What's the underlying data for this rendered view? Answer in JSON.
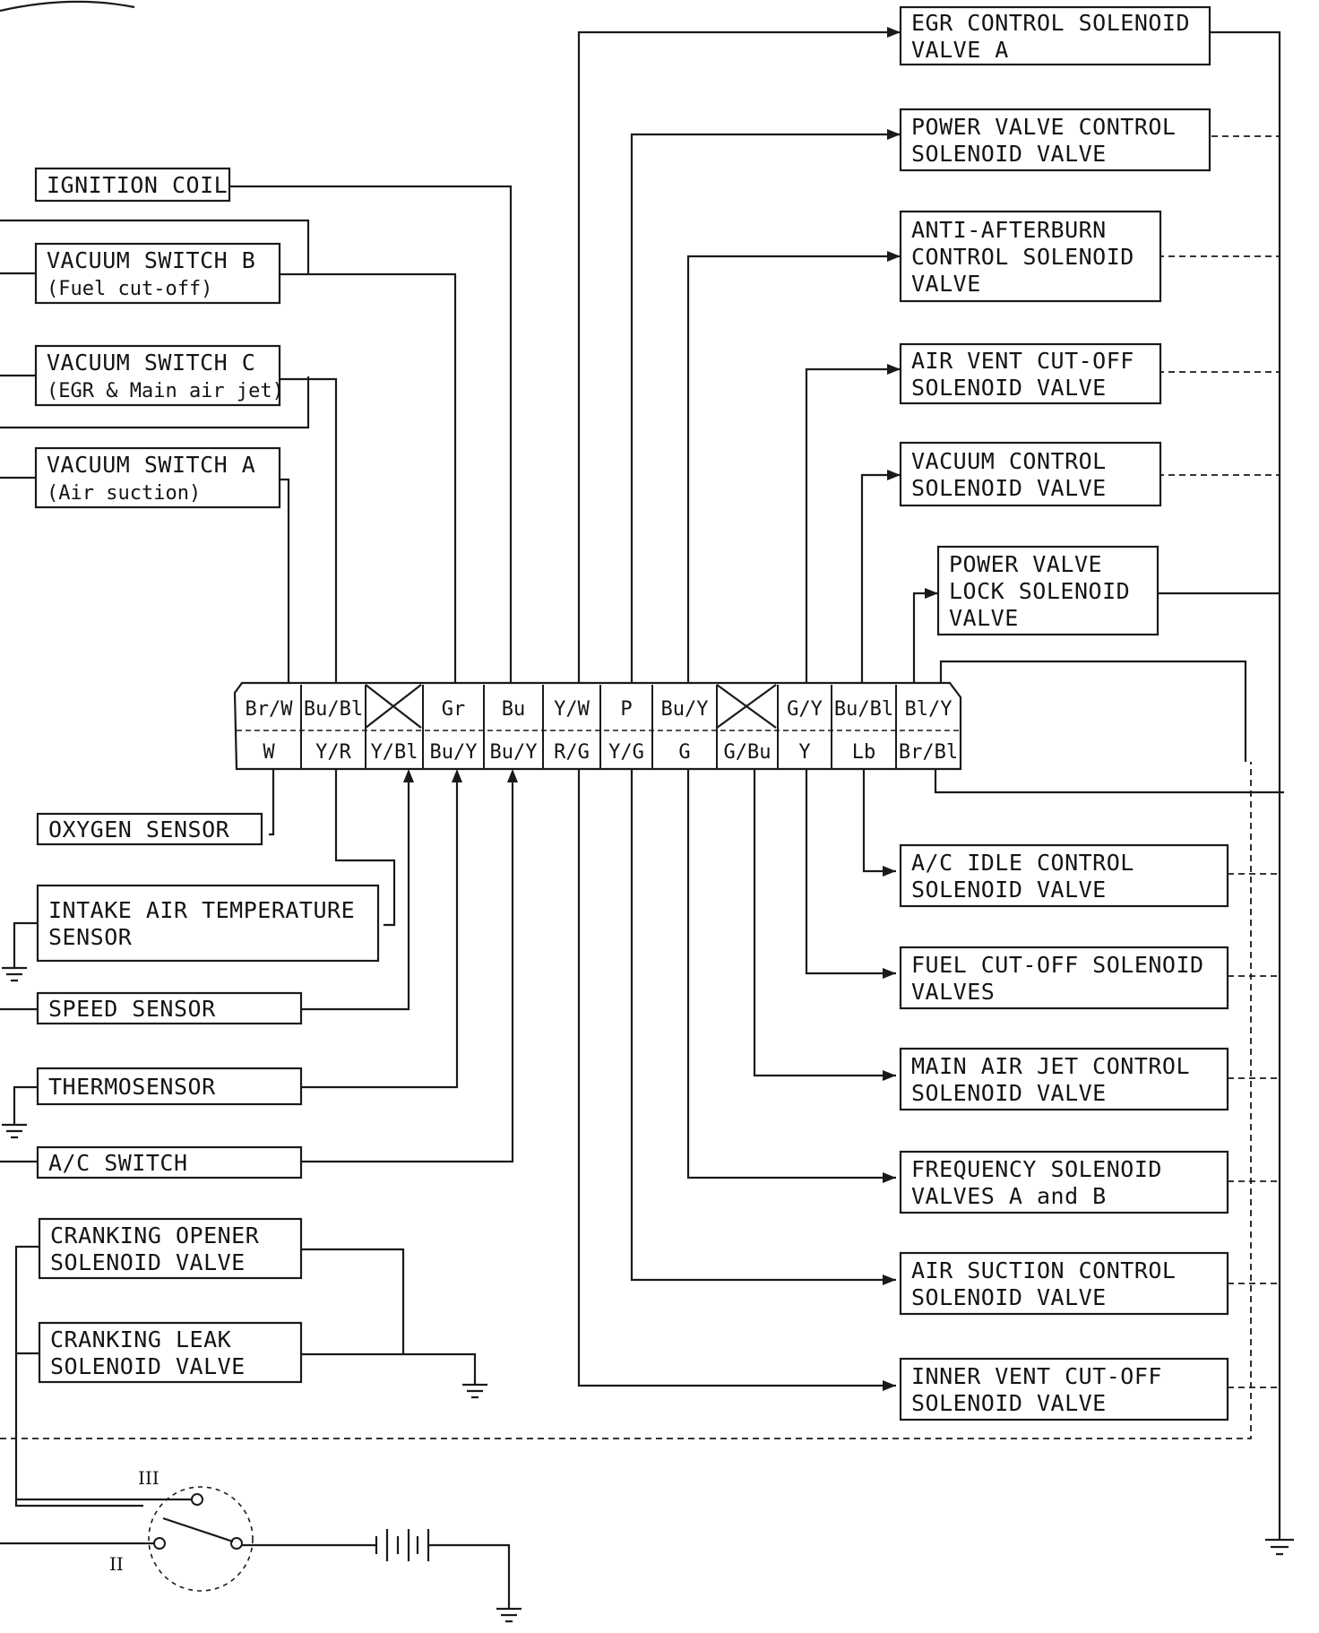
{
  "left_components": [
    {
      "id": "ignition-coil",
      "lines": [
        "IGNITION COIL"
      ]
    },
    {
      "id": "vacuum-switch-b",
      "lines": [
        "VACUUM SWITCH B",
        "(Fuel cut-off)"
      ]
    },
    {
      "id": "vacuum-switch-c",
      "lines": [
        "VACUUM SWITCH C",
        "(EGR & Main air jet)"
      ]
    },
    {
      "id": "vacuum-switch-a",
      "lines": [
        "VACUUM SWITCH A",
        "(Air suction)"
      ]
    },
    {
      "id": "oxygen-sensor",
      "lines": [
        "OXYGEN SENSOR"
      ]
    },
    {
      "id": "intake-air-temperature-sensor",
      "lines": [
        "INTAKE AIR TEMPERATURE",
        "SENSOR"
      ]
    },
    {
      "id": "speed-sensor",
      "lines": [
        "SPEED SENSOR"
      ]
    },
    {
      "id": "thermosensor",
      "lines": [
        "THERMOSENSOR"
      ]
    },
    {
      "id": "ac-switch",
      "lines": [
        "A/C SWITCH"
      ]
    },
    {
      "id": "cranking-opener-solenoid-valve",
      "lines": [
        "CRANKING OPENER",
        "SOLENOID VALVE"
      ]
    },
    {
      "id": "cranking-leak-solenoid-valve",
      "lines": [
        "CRANKING LEAK",
        "SOLENOID VALVE"
      ]
    }
  ],
  "right_components": [
    {
      "id": "egr-control-solenoid-valve-a",
      "lines": [
        "EGR CONTROL SOLENOID",
        "VALVE A"
      ]
    },
    {
      "id": "power-valve-control-solenoid-valve",
      "lines": [
        "POWER VALVE CONTROL",
        "SOLENOID VALVE"
      ]
    },
    {
      "id": "anti-afterburn-control-solenoid-valve",
      "lines": [
        "ANTI-AFTERBURN",
        "CONTROL SOLENOID",
        "VALVE"
      ]
    },
    {
      "id": "air-vent-cut-off-solenoid-valve",
      "lines": [
        "AIR VENT CUT-OFF",
        "SOLENOID VALVE"
      ]
    },
    {
      "id": "vacuum-control-solenoid-valve",
      "lines": [
        "VACUUM CONTROL",
        "SOLENOID VALVE"
      ]
    },
    {
      "id": "power-valve-lock-solenoid-valve",
      "lines": [
        "POWER VALVE",
        "LOCK SOLENOID",
        "VALVE"
      ]
    },
    {
      "id": "ac-idle-control-solenoid-valve",
      "lines": [
        "A/C IDLE CONTROL",
        "SOLENOID VALVE"
      ]
    },
    {
      "id": "fuel-cut-off-solenoid-valves",
      "lines": [
        "FUEL CUT-OFF SOLENOID",
        "VALVES"
      ]
    },
    {
      "id": "main-air-jet-control-solenoid-valve",
      "lines": [
        "MAIN AIR JET CONTROL",
        "SOLENOID VALVE"
      ]
    },
    {
      "id": "frequency-solenoid-valves-a-and-b",
      "lines": [
        "FREQUENCY SOLENOID",
        "VALVES A and B"
      ]
    },
    {
      "id": "air-suction-control-solenoid-valve",
      "lines": [
        "AIR SUCTION CONTROL",
        "SOLENOID VALVE"
      ]
    },
    {
      "id": "inner-vent-cut-off-solenoid-valve",
      "lines": [
        "INNER VENT CUT-OFF",
        "SOLENOID VALVE"
      ]
    }
  ],
  "connector": {
    "top_row": [
      "Br/W",
      "Bu/Bl",
      "",
      "Gr",
      "Bu",
      "Y/W",
      "P",
      "Bu/Y",
      "",
      "G/Y",
      "Bu/Bl",
      "Bl/Y"
    ],
    "bottom_row": [
      "W",
      "Y/R",
      "Y/Bl",
      "Bu/Y",
      "Bu/Y",
      "R/G",
      "Y/G",
      "G",
      "G/Bu",
      "Y",
      "Lb",
      "Br/Bl"
    ]
  },
  "ignition_switch": {
    "positions": [
      "III",
      "II"
    ]
  }
}
